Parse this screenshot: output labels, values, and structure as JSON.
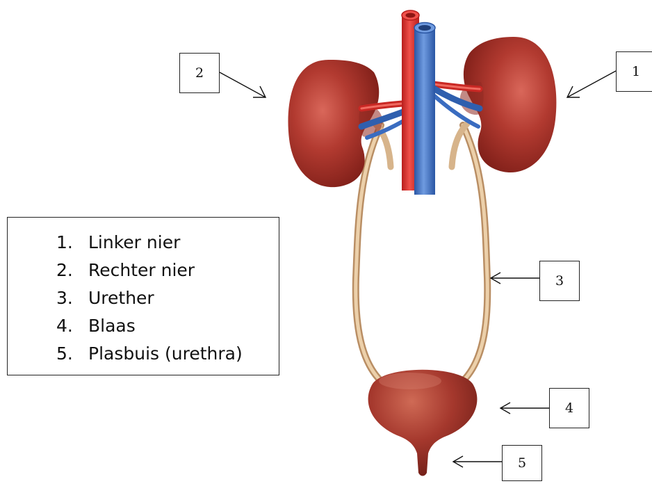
{
  "callouts": {
    "left_kidney": "1",
    "right_kidney": "2",
    "ureter": "3",
    "bladder": "4",
    "urethra": "5"
  },
  "legend": {
    "items": [
      {
        "num": "1.",
        "label": "Linker nier"
      },
      {
        "num": "2.",
        "label": "Rechter nier"
      },
      {
        "num": "3.",
        "label": "Urether"
      },
      {
        "num": "4.",
        "label": "Blaas"
      },
      {
        "num": "5.",
        "label": "Plasbuis (urethra)"
      }
    ]
  },
  "colors": {
    "kidney": "#a8322a",
    "artery": "#e23c36",
    "vein": "#3d72c4",
    "ureter": "#d9b48a",
    "bladder": "#a5382d"
  }
}
